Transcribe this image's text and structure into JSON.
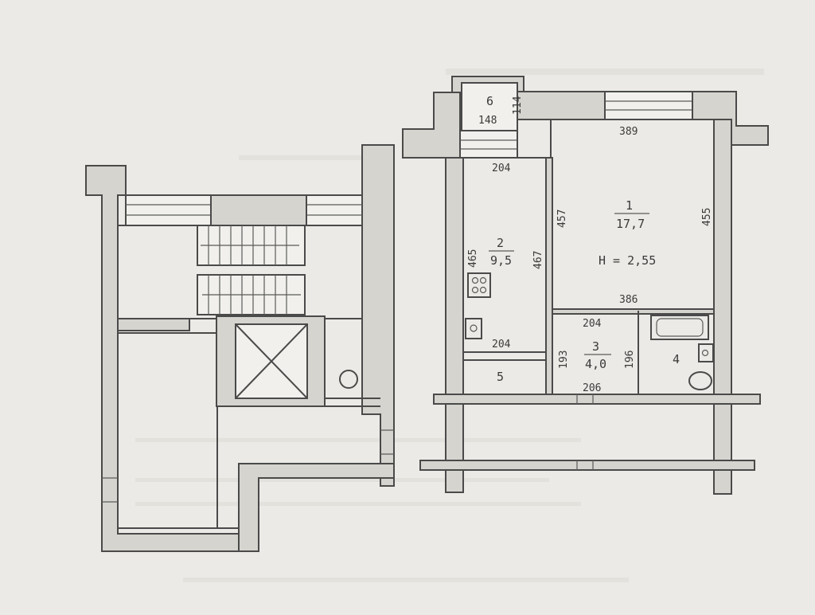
{
  "rooms": [
    {
      "number": "1",
      "area": "17,7"
    },
    {
      "number": "2",
      "area": "9,5"
    },
    {
      "number": "3",
      "area": "4,0"
    },
    {
      "number": "4"
    },
    {
      "number": "5"
    },
    {
      "number": "6"
    }
  ],
  "ceiling_height": "H = 2,55",
  "dimensions": {
    "r1_top": "389",
    "r1_left": "457",
    "r1_right": "455",
    "r1_bottom": "386",
    "r2_top": "204",
    "r2_left": "465",
    "r2_right": "467",
    "r2_bottom": "204",
    "r3_top": "204",
    "r3_left": "193",
    "r3_right": "196",
    "r3_bottom": "206",
    "r6_width": "148",
    "r6_depth": "114"
  }
}
